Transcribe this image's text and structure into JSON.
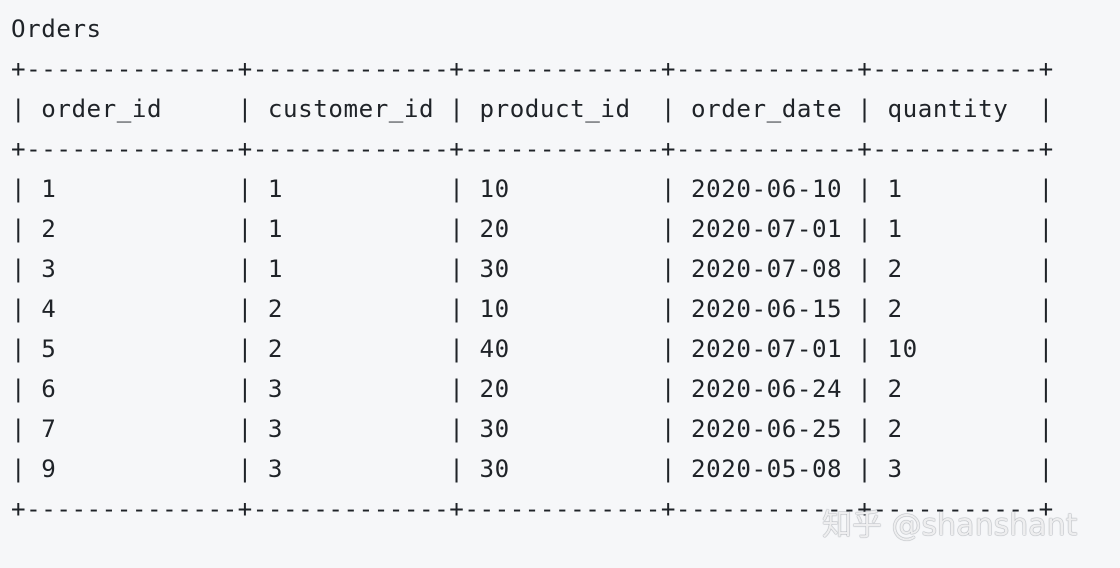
{
  "title": "Orders",
  "table": {
    "columns": [
      "order_id",
      "customer_id",
      "product_id",
      "order_date",
      "quantity"
    ],
    "widths": [
      14,
      13,
      13,
      12,
      11
    ],
    "rows": [
      [
        "1",
        "1",
        "10",
        "2020-06-10",
        "1"
      ],
      [
        "2",
        "1",
        "20",
        "2020-07-01",
        "1"
      ],
      [
        "3",
        "1",
        "30",
        "2020-07-08",
        "2"
      ],
      [
        "4",
        "2",
        "10",
        "2020-06-15",
        "2"
      ],
      [
        "5",
        "2",
        "40",
        "2020-07-01",
        "10"
      ],
      [
        "6",
        "3",
        "20",
        "2020-06-24",
        "2"
      ],
      [
        "7",
        "3",
        "30",
        "2020-06-25",
        "2"
      ],
      [
        "9",
        "3",
        "30",
        "2020-05-08",
        "3"
      ]
    ]
  },
  "watermark": "知乎 @shanshant"
}
